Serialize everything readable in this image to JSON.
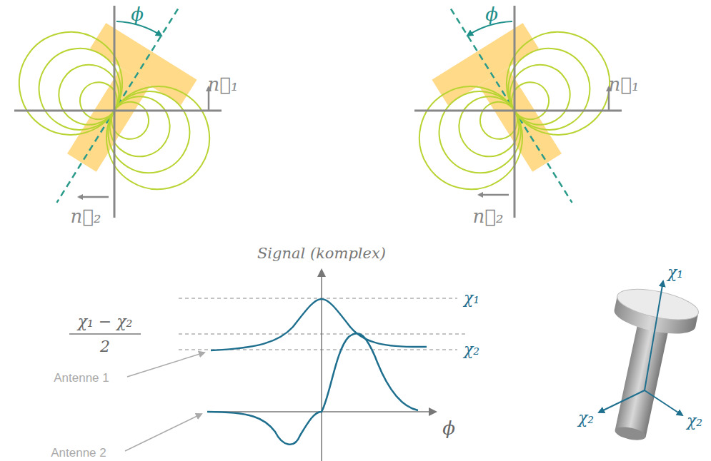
{
  "diagram": {
    "labels": [
      "ϕ",
      "n⃗₁",
      "n⃗₂",
      "ϕ",
      "n⃗₁",
      "n⃗₂",
      "Signal (komplex)",
      "χ₁",
      "χ₁ − χ₂",
      "2",
      "χ₂",
      "ϕ",
      "Antenne 1",
      "Antenne 2",
      "χ₁",
      "χ₂",
      "χ₂"
    ]
  }
}
